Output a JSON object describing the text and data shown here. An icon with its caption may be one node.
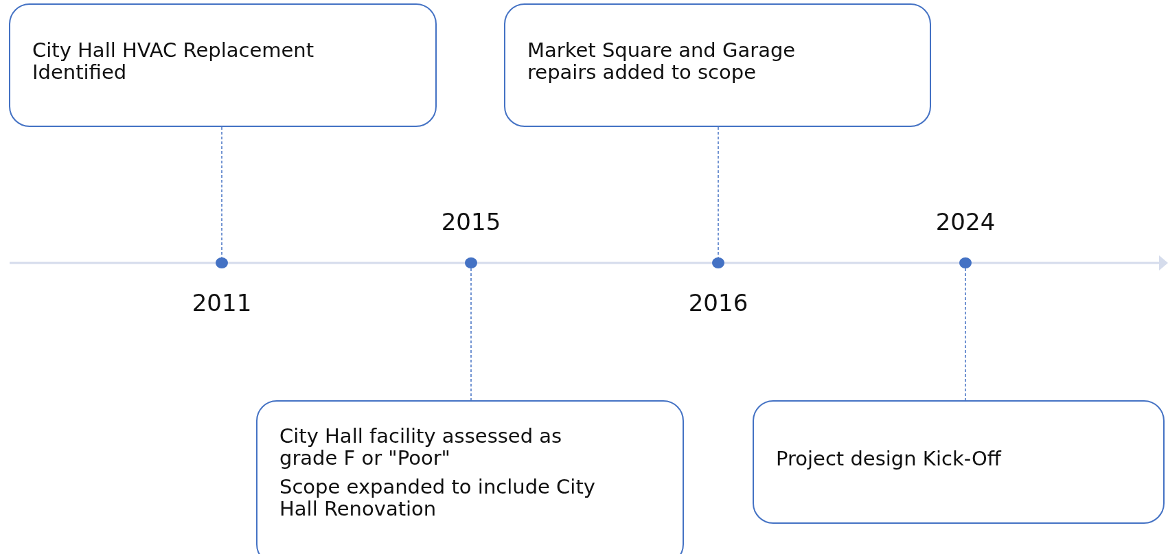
{
  "diagram": {
    "nodes": [
      {
        "text": [
          "City Hall HVAC Replacement Identified"
        ]
      },
      {
        "text": [
          "Market Square and Garage repairs added to scope"
        ]
      },
      {
        "text": [],
        "shape": "circle",
        "beside": [
          "2011"
        ]
      },
      {
        "text": [],
        "shape": "circle",
        "beside": [
          "2015"
        ]
      },
      {
        "text": [],
        "shape": "circle",
        "beside": [
          "2016"
        ]
      },
      {
        "text": [],
        "shape": "circle",
        "beside": [
          "2024"
        ]
      },
      {
        "text": [
          "City Hall facility assessed as grade F or \"Poor\"",
          "Scope expanded to include City Hall Renovation"
        ]
      },
      {
        "text": [
          "Project design Kick-Off"
        ]
      }
    ],
    "edges": [
      {
        "from": 0,
        "to": 2,
        "arrow": "none",
        "style": "dashed"
      },
      {
        "from": 1,
        "to": 4,
        "arrow": "none",
        "style": "dashed"
      },
      {
        "from": 3,
        "to": 6,
        "arrow": "none",
        "style": "dashed"
      },
      {
        "from": 5,
        "to": 7,
        "arrow": "none",
        "style": "dashed"
      }
    ]
  }
}
